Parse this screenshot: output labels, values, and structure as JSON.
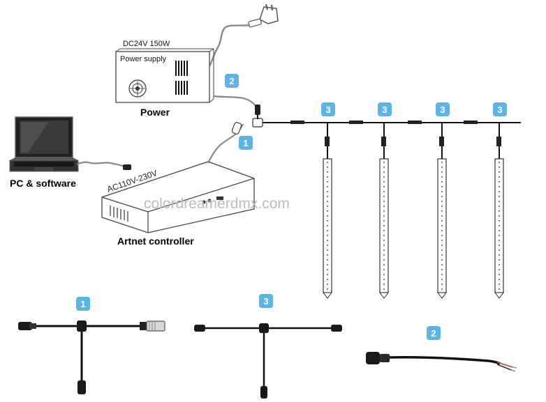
{
  "labels": {
    "power_spec": "DC24V 150W",
    "power_supply": "Power supply",
    "power": "Power",
    "pc_software": "PC & software",
    "ac_input": "AC110V-230V",
    "artnet_controller": "Artnet controller",
    "watermark": "colordreamerdmx.com"
  },
  "badges": {
    "one": "1",
    "two": "2",
    "three": "3"
  },
  "colors": {
    "badge": "#5ab4e6",
    "cable": "#111111",
    "device_outline": "#555555"
  }
}
